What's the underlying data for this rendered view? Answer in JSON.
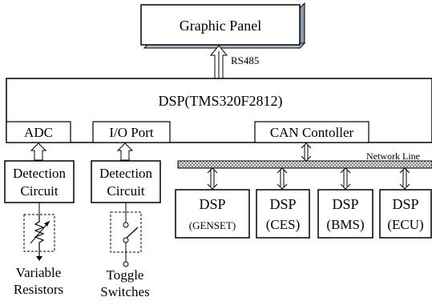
{
  "graphic_panel": {
    "label": "Graphic Panel"
  },
  "rs485": {
    "label": "RS485"
  },
  "dsp_main": {
    "label": "DSP(TMS320F2812)"
  },
  "ports": {
    "adc": "ADC",
    "io_port": "I/O Port",
    "can_controller": "CAN Contoller"
  },
  "network_line": {
    "label": "Network Line"
  },
  "detection_circuits": [
    {
      "line1": "Detection",
      "line2": "Circuit"
    },
    {
      "line1": "Detection",
      "line2": "Circuit"
    }
  ],
  "sensors": {
    "variable_resistors": {
      "line1": "Variable",
      "line2": "Resistors"
    },
    "toggle_switches": {
      "line1": "Toggle",
      "line2": "Switches"
    }
  },
  "slave_dsps": [
    {
      "title": "DSP",
      "sub": "(GENSET)"
    },
    {
      "title": "DSP",
      "sub": "(CES)"
    },
    {
      "title": "DSP",
      "sub": "(BMS)"
    },
    {
      "title": "DSP",
      "sub": "(ECU)"
    }
  ]
}
